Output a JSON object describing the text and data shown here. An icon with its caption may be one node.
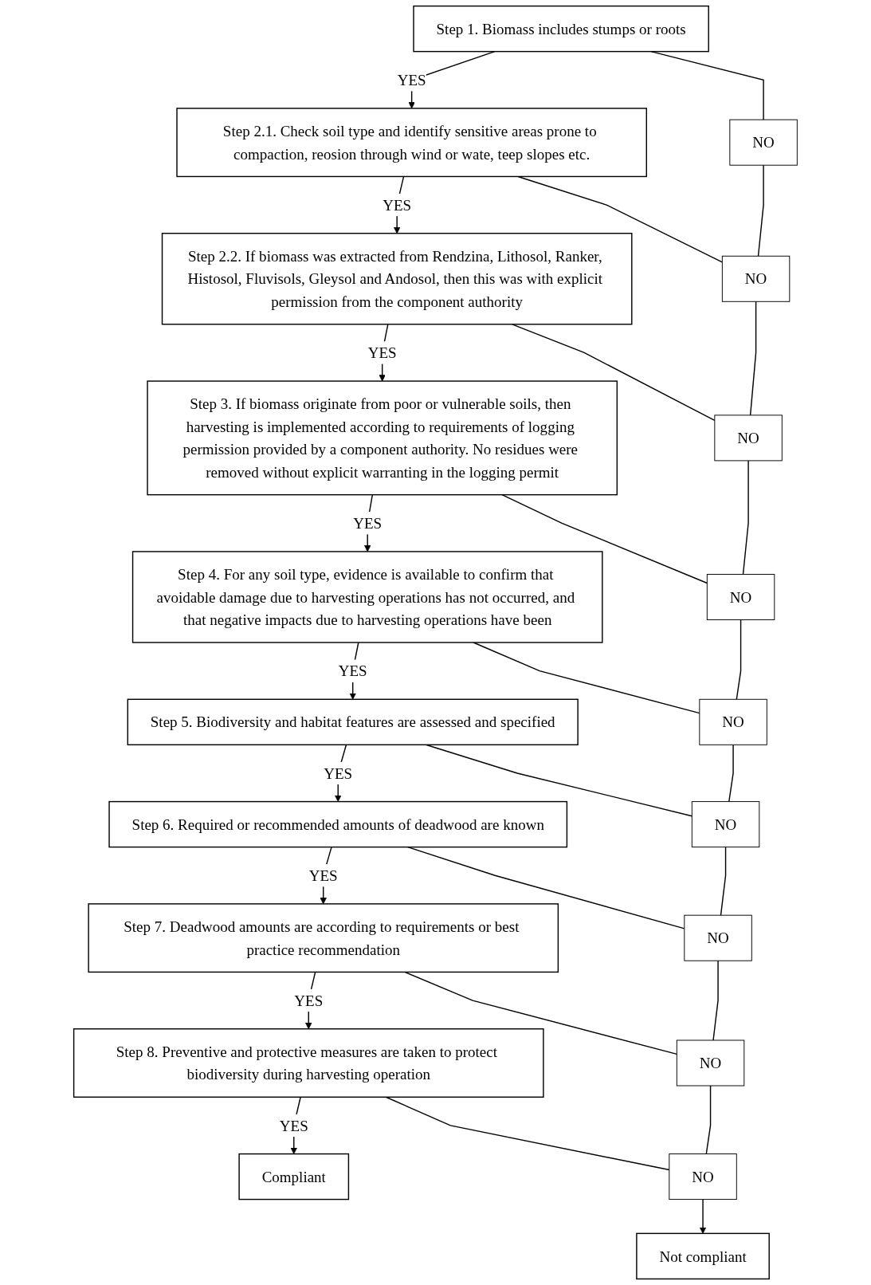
{
  "diagram": {
    "nodes": [
      {
        "text": [
          "Step 1. Biomass includes stumps or roots"
        ]
      },
      {
        "text": [
          "Step 2.1. Check soil type and identify sensitive areas prone to compaction, reosion through wind or wate, teep slopes etc."
        ]
      },
      {
        "text": [
          "Step 2.2. If biomass was extracted from Rendzina, Lithosol, Ranker, Histosol, Fluvisols, Gleysol and Andosol, then this was with explicit permission from the component authority"
        ]
      },
      {
        "text": [
          "Step 3. If biomass originate from poor or vulnerable soils, then harvesting is implemented according to requirements of logging permission provided by a component authority. No residues were removed without explicit warranting in the logging permit"
        ]
      },
      {
        "text": [
          "Step 4. For any soil type, evidence is available to confirm that avoidable damage due to harvesting operations has not occurred, and that negative impacts due to harvesting operations have been"
        ]
      },
      {
        "text": [
          "Step 5. Biodiversity and habitat features are assessed and specified"
        ]
      },
      {
        "text": [
          "Step 6. Required or recommended amounts of deadwood are known"
        ]
      },
      {
        "text": [
          "Step 7. Deadwood amounts are according to requirements or best practice recommendation"
        ]
      },
      {
        "text": [
          "Step 8. Preventive and protective measures are taken to protect biodiversity during harvesting operation"
        ]
      },
      {
        "text": [
          "Compliant"
        ]
      },
      {
        "text": [
          "Not compliant"
        ]
      },
      {
        "text": [
          "NO"
        ]
      },
      {
        "text": [
          "NO"
        ]
      },
      {
        "text": [
          "NO"
        ]
      },
      {
        "text": [
          "NO"
        ]
      },
      {
        "text": [
          "NO"
        ]
      },
      {
        "text": [
          "NO"
        ]
      },
      {
        "text": [
          "NO"
        ]
      },
      {
        "text": [
          "NO"
        ]
      },
      {
        "text": [
          "NO"
        ]
      }
    ],
    "edges": [
      {
        "from": 0,
        "to": 1,
        "arrow": "to",
        "label": "YES"
      },
      {
        "from": 1,
        "to": 2,
        "arrow": "to",
        "label": "YES"
      },
      {
        "from": 2,
        "to": 3,
        "arrow": "to",
        "label": "YES"
      },
      {
        "from": 3,
        "to": 4,
        "arrow": "to",
        "label": "YES"
      },
      {
        "from": 4,
        "to": 5,
        "arrow": "to",
        "label": "YES"
      },
      {
        "from": 5,
        "to": 6,
        "arrow": "to",
        "label": "YES"
      },
      {
        "from": 6,
        "to": 7,
        "arrow": "to",
        "label": "YES"
      },
      {
        "from": 7,
        "to": 8,
        "arrow": "to",
        "label": "YES"
      },
      {
        "from": 8,
        "to": 9,
        "arrow": "to",
        "label": "YES"
      },
      {
        "from": 0,
        "to": 11,
        "arrow": "none"
      },
      {
        "from": 1,
        "to": 12,
        "arrow": "none"
      },
      {
        "from": 2,
        "to": 13,
        "arrow": "none"
      },
      {
        "from": 3,
        "to": 14,
        "arrow": "none"
      },
      {
        "from": 4,
        "to": 15,
        "arrow": "none"
      },
      {
        "from": 5,
        "to": 16,
        "arrow": "none"
      },
      {
        "from": 6,
        "to": 17,
        "arrow": "none"
      },
      {
        "from": 7,
        "to": 18,
        "arrow": "none"
      },
      {
        "from": 8,
        "to": 19,
        "arrow": "none"
      },
      {
        "from": 11,
        "to": 12,
        "arrow": "none"
      },
      {
        "from": 12,
        "to": 13,
        "arrow": "none"
      },
      {
        "from": 13,
        "to": 14,
        "arrow": "none"
      },
      {
        "from": 14,
        "to": 15,
        "arrow": "none"
      },
      {
        "from": 15,
        "to": 16,
        "arrow": "none"
      },
      {
        "from": 16,
        "to": 17,
        "arrow": "none"
      },
      {
        "from": 17,
        "to": 18,
        "arrow": "none"
      },
      {
        "from": 18,
        "to": 19,
        "arrow": "none"
      },
      {
        "from": 19,
        "to": 10,
        "arrow": "to"
      }
    ]
  }
}
